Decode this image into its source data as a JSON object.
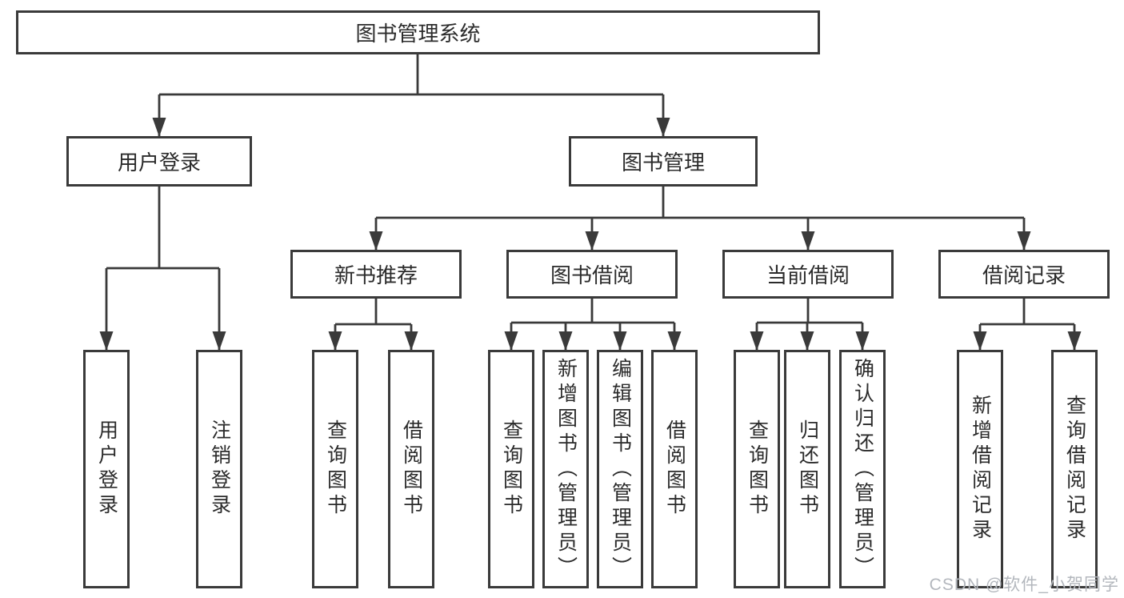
{
  "diagram": {
    "type": "hierarchy-tree",
    "root": {
      "label": "图书管理系统"
    },
    "level2": [
      {
        "label": "用户登录"
      },
      {
        "label": "图书管理"
      }
    ],
    "level3": [
      {
        "label": "新书推荐",
        "parent": "图书管理"
      },
      {
        "label": "图书借阅",
        "parent": "图书管理"
      },
      {
        "label": "当前借阅",
        "parent": "图书管理"
      },
      {
        "label": "借阅记录",
        "parent": "图书管理"
      }
    ],
    "leaves": [
      {
        "label": "用户登录",
        "parent": "用户登录"
      },
      {
        "label": "注销登录",
        "parent": "用户登录"
      },
      {
        "label": "查询图书",
        "parent": "新书推荐"
      },
      {
        "label": "借阅图书",
        "parent": "新书推荐"
      },
      {
        "label": "查询图书",
        "parent": "图书借阅"
      },
      {
        "label": "新增图书（管理员）",
        "parent": "图书借阅"
      },
      {
        "label": "编辑图书（管理员）",
        "parent": "图书借阅"
      },
      {
        "label": "借阅图书",
        "parent": "图书借阅"
      },
      {
        "label": "查询图书",
        "parent": "当前借阅"
      },
      {
        "label": "归还图书",
        "parent": "当前借阅"
      },
      {
        "label": "确认归还（管理员）",
        "parent": "当前借阅"
      },
      {
        "label": "新增借阅记录",
        "parent": "借阅记录"
      },
      {
        "label": "查询借阅记录",
        "parent": "借阅记录"
      }
    ]
  },
  "watermark": {
    "text": "CSDN @软件_小贺同学"
  },
  "colors": {
    "line": "#3a3a3a",
    "text": "#2b2b2b",
    "box_fill": "#ffffff",
    "watermark": "#b3b7bd",
    "background": "#ffffff"
  }
}
